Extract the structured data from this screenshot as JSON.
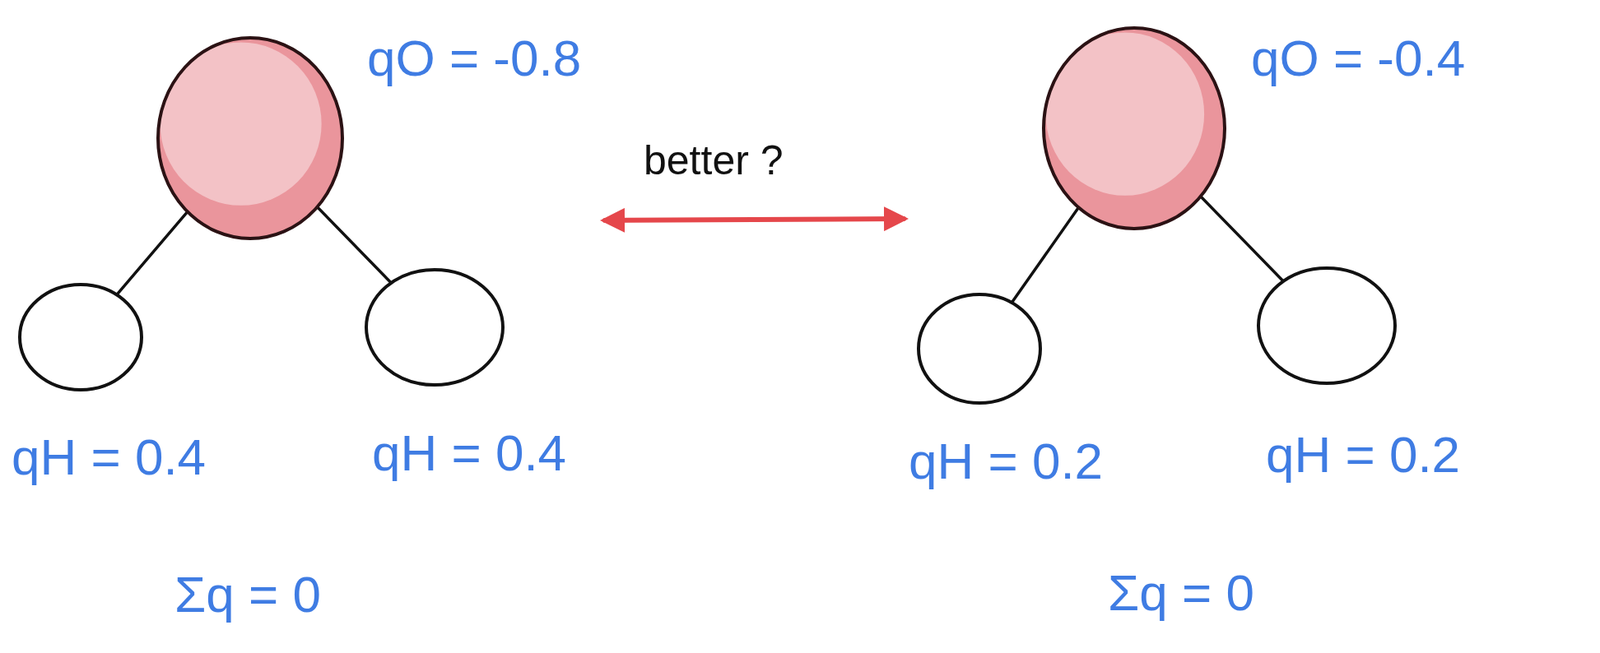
{
  "diagram": {
    "nodes": [
      {
        "text": [
          "qO = -0.8"
        ]
      },
      {
        "text": [
          "qH = 0.4"
        ]
      },
      {
        "text": [
          "qH = 0.4"
        ]
      },
      {
        "text": [
          "qO = -0.4"
        ]
      },
      {
        "text": [
          "qH = 0.2"
        ]
      },
      {
        "text": [
          "qH = 0.2"
        ]
      }
    ],
    "edges": [
      {
        "from": 0,
        "to": 1,
        "arrow": "none"
      },
      {
        "from": 0,
        "to": 2,
        "arrow": "none"
      },
      {
        "from": 3,
        "to": 4,
        "arrow": "none"
      },
      {
        "from": 3,
        "to": 5,
        "arrow": "none"
      }
    ],
    "labels": [
      "better ?",
      "Σq = 0",
      "Σq = 0"
    ]
  }
}
